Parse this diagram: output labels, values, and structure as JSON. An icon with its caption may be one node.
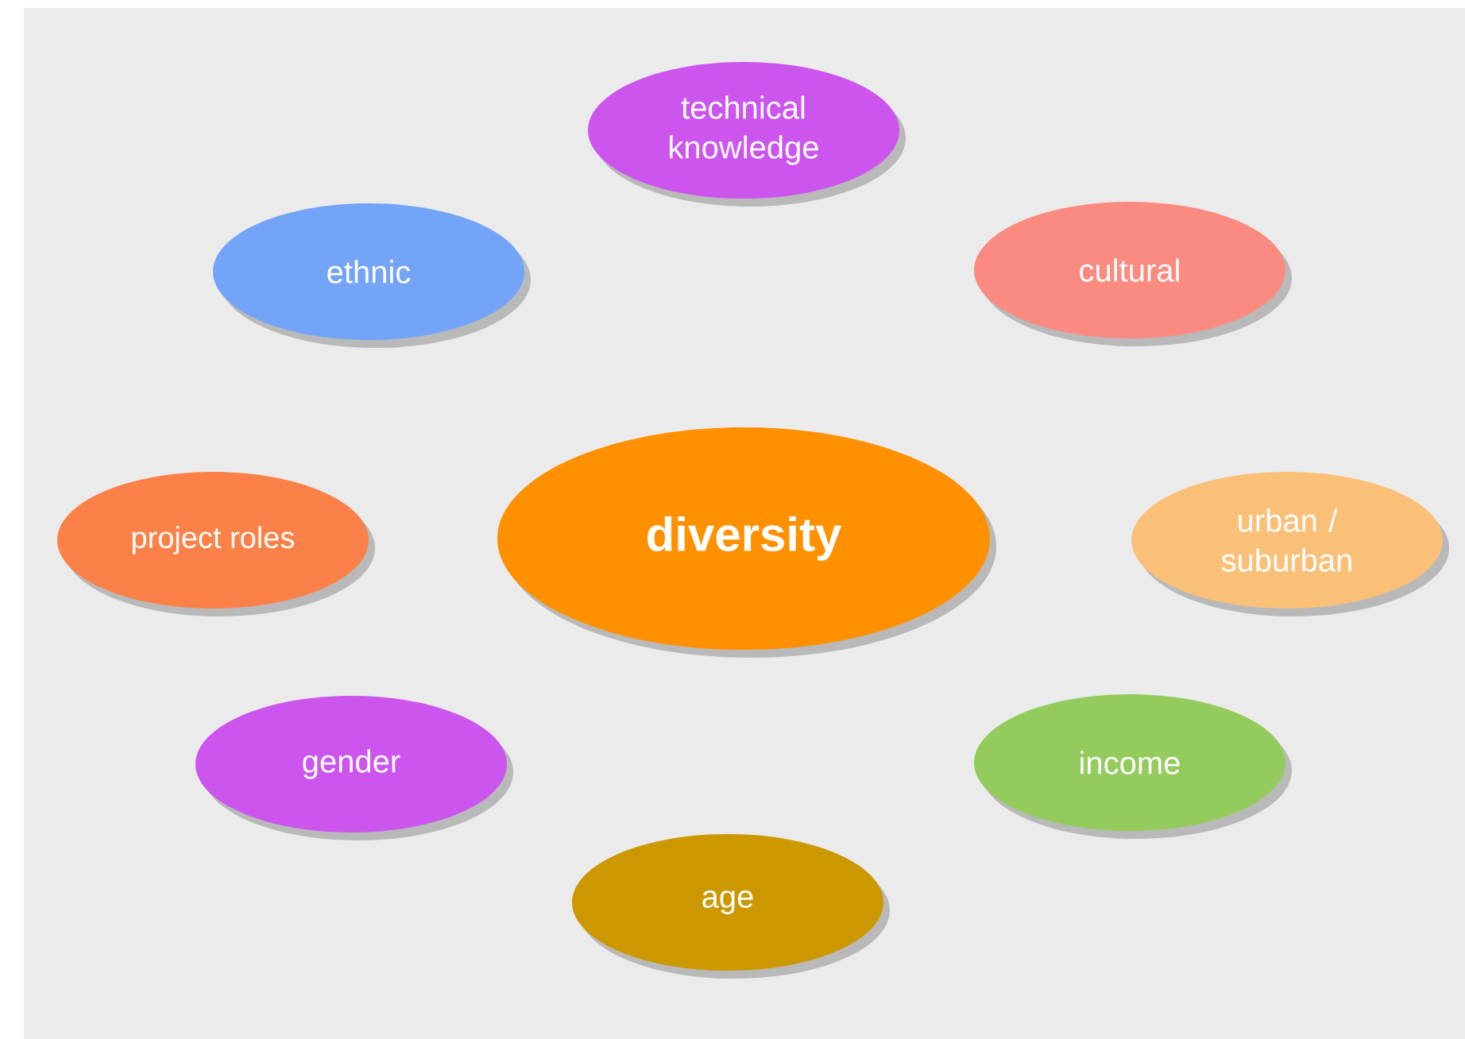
{
  "diagram": {
    "nodes": [
      {
        "text": [
          "technical knowledge"
        ]
      },
      {
        "text": [
          "ethnic"
        ]
      },
      {
        "text": [
          "cultural"
        ]
      },
      {
        "text": [
          "project roles"
        ]
      },
      {
        "text": [
          "diversity"
        ]
      },
      {
        "text": [
          "urban / suburban"
        ]
      },
      {
        "text": [
          "gender"
        ]
      },
      {
        "text": [
          "income"
        ]
      },
      {
        "text": [
          "age"
        ]
      }
    ]
  }
}
